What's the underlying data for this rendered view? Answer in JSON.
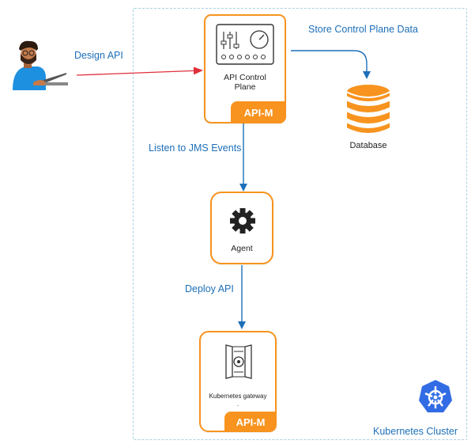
{
  "nodes": {
    "control_plane": {
      "label_line1": "API Control",
      "label_line2": "Plane",
      "badge": "API-M"
    },
    "agent": {
      "label": "Agent"
    },
    "gateway": {
      "label": "Kubernetes gateway",
      "dot": ".",
      "badge": "API-M"
    },
    "database": {
      "label": "Database"
    }
  },
  "edges": {
    "design": "Design API",
    "store": "Store Control Plane Data",
    "listen": "Listen to JMS Events",
    "deploy": "Deploy API"
  },
  "cluster": {
    "label": "Kubernetes Cluster"
  },
  "colors": {
    "accent": "#f7931e",
    "edge": "#1d6fb8",
    "design_edge": "#e0303a",
    "cluster_border": "#a9cfe3",
    "k8s": "#326ce5"
  },
  "icons": [
    "developer-avatar-icon",
    "control-panel-icon",
    "database-icon",
    "gear-icon",
    "gateway-icon",
    "kubernetes-icon"
  ]
}
